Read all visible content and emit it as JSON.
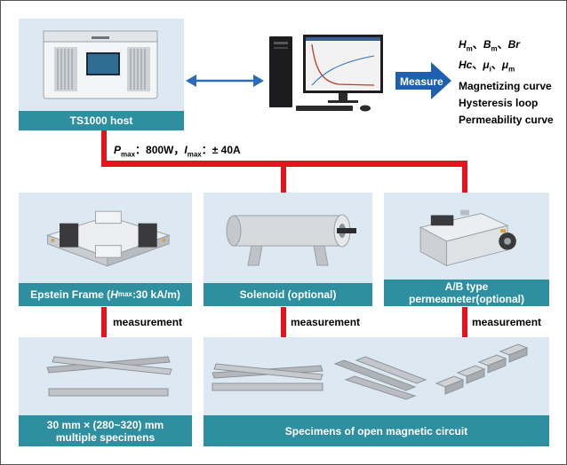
{
  "host": {
    "label": "TS1000 host"
  },
  "measure": {
    "label": "Measure"
  },
  "outputs": {
    "line1": [
      {
        "sym": "H",
        "sub": "m"
      },
      {
        "sep": "、"
      },
      {
        "sym": "B",
        "sub": "m"
      },
      {
        "sep": "、"
      },
      {
        "sym": "Br",
        "sub": ""
      }
    ],
    "line2": [
      {
        "sym": "Hc",
        "sub": ""
      },
      {
        "sep": "、"
      },
      {
        "sym": "μ",
        "sub": "i"
      },
      {
        "sep": "、"
      },
      {
        "sym": "μ",
        "sub": "m"
      }
    ],
    "magnetizing": "Magnetizing curve",
    "hysteresis": "Hysteresis loop",
    "permeability": "Permeability curve"
  },
  "power": {
    "p_sym": "P",
    "p_sub": "max",
    "p_value": "：800W，",
    "i_sym": "I",
    "i_sub": "max",
    "i_value": "：± 40A"
  },
  "fixtures": {
    "epstein": {
      "prefix": "Epstein Frame (",
      "sym": "H",
      "sub": "max",
      "suffix": ":30 kA/m)"
    },
    "solenoid": {
      "label": "Solenoid (optional)"
    },
    "permeameter": {
      "line1": "A/B type",
      "line2": "permeameter(optional)"
    }
  },
  "measurement_label": "measurement",
  "specimens": {
    "multiple": {
      "line1": "30 mm × (280~320) mm",
      "line2": "multiple specimens"
    },
    "open": {
      "label": "Specimens of open magnetic circuit"
    }
  },
  "colors": {
    "panel_bg": "#dde9f2",
    "label_bg": "#2d8f9f",
    "wire": "#e4141c",
    "measure_arrow": "#1f5fb0",
    "link_arrow": "#2b6cb8"
  }
}
